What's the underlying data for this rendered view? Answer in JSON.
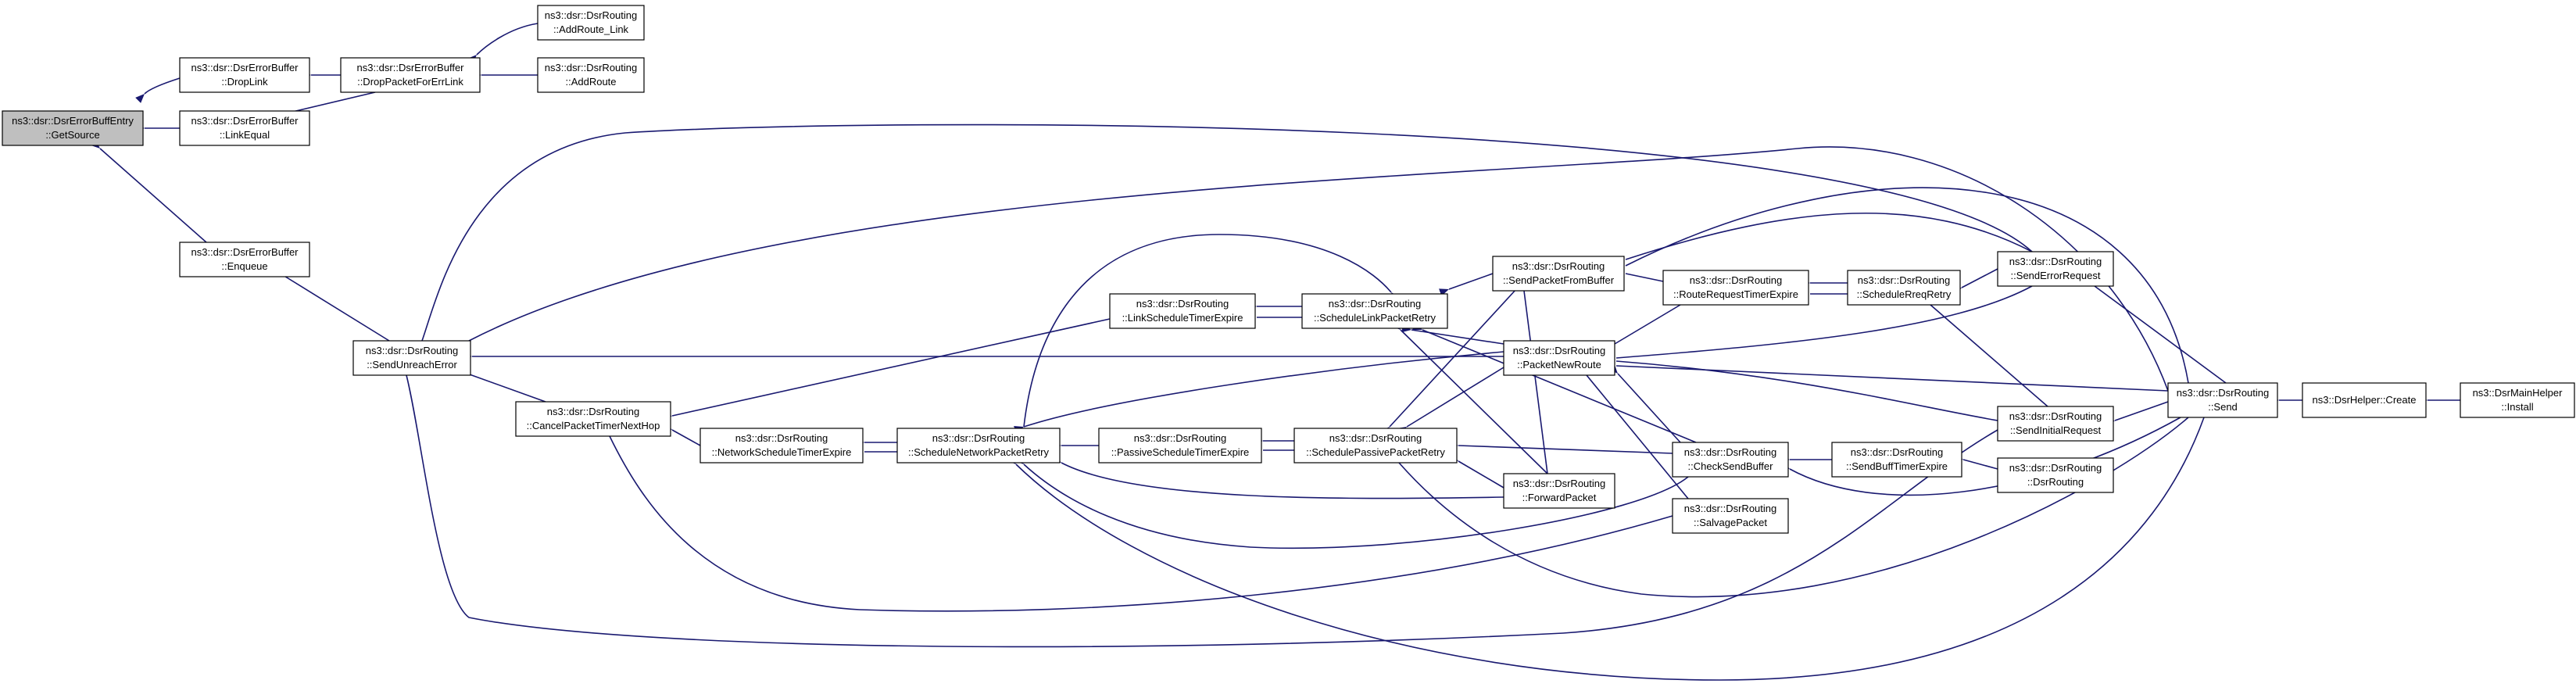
{
  "colors": {
    "edge": "#191970",
    "node_border": "#000000",
    "node_fill": "#ffffff",
    "highlight_fill": "#bfbfbf"
  },
  "nodes": [
    {
      "id": "getsource",
      "line1": "ns3::dsr::DsrErrorBuffEntry",
      "line2": "::GetSource",
      "highlight": true
    },
    {
      "id": "droplink",
      "line1": "ns3::dsr::DsrErrorBuffer",
      "line2": "::DropLink"
    },
    {
      "id": "linkequal",
      "line1": "ns3::dsr::DsrErrorBuffer",
      "line2": "::LinkEqual"
    },
    {
      "id": "enqueue",
      "line1": "ns3::dsr::DsrErrorBuffer",
      "line2": "::Enqueue"
    },
    {
      "id": "droppacketforerrlink",
      "line1": "ns3::dsr::DsrErrorBuffer",
      "line2": "::DropPacketForErrLink"
    },
    {
      "id": "addroutelink",
      "line1": "ns3::dsr::DsrRouting",
      "line2": "::AddRoute_Link"
    },
    {
      "id": "addroute",
      "line1": "ns3::dsr::DsrRouting",
      "line2": "::AddRoute"
    },
    {
      "id": "sendunreacherror",
      "line1": "ns3::dsr::DsrRouting",
      "line2": "::SendUnreachError"
    },
    {
      "id": "cancelpackettimernexthop",
      "line1": "ns3::dsr::DsrRouting",
      "line2": "::CancelPacketTimerNextHop"
    },
    {
      "id": "networkscheduletimerexpire",
      "line1": "ns3::dsr::DsrRouting",
      "line2": "::NetworkScheduleTimerExpire"
    },
    {
      "id": "schedulenetworkpacketretry",
      "line1": "ns3::dsr::DsrRouting",
      "line2": "::ScheduleNetworkPacketRetry"
    },
    {
      "id": "linkscheduletimerexpire",
      "line1": "ns3::dsr::DsrRouting",
      "line2": "::LinkScheduleTimerExpire"
    },
    {
      "id": "passivescheduletimerexpire",
      "line1": "ns3::dsr::DsrRouting",
      "line2": "::PassiveScheduleTimerExpire"
    },
    {
      "id": "schedulelinkpacketretry",
      "line1": "ns3::dsr::DsrRouting",
      "line2": "::ScheduleLinkPacketRetry"
    },
    {
      "id": "schedulepassivepacketretry",
      "line1": "ns3::dsr::DsrRouting",
      "line2": "::SchedulePassivePacketRetry"
    },
    {
      "id": "sendpacketfrombuffer",
      "line1": "ns3::dsr::DsrRouting",
      "line2": "::SendPacketFromBuffer"
    },
    {
      "id": "packetnewroute",
      "line1": "ns3::dsr::DsrRouting",
      "line2": "::PacketNewRoute"
    },
    {
      "id": "forwardpacket",
      "line1": "ns3::dsr::DsrRouting",
      "line2": "::ForwardPacket"
    },
    {
      "id": "routerequesttimerexpire",
      "line1": "ns3::dsr::DsrRouting",
      "line2": "::RouteRequestTimerExpire"
    },
    {
      "id": "checksendbuffer",
      "line1": "ns3::dsr::DsrRouting",
      "line2": "::CheckSendBuffer"
    },
    {
      "id": "salvagepacket",
      "line1": "ns3::dsr::DsrRouting",
      "line2": "::SalvagePacket"
    },
    {
      "id": "schedulereqretry",
      "line1": "ns3::dsr::DsrRouting",
      "line2": "::ScheduleRreqRetry"
    },
    {
      "id": "sendbufftimerexpire",
      "line1": "ns3::dsr::DsrRouting",
      "line2": "::SendBuffTimerExpire"
    },
    {
      "id": "senderrorrequest",
      "line1": "ns3::dsr::DsrRouting",
      "line2": "::SendErrorRequest"
    },
    {
      "id": "sendinitialrequest",
      "line1": "ns3::dsr::DsrRouting",
      "line2": "::SendInitialRequest"
    },
    {
      "id": "dsrrouting",
      "line1": "ns3::dsr::DsrRouting",
      "line2": "::DsrRouting"
    },
    {
      "id": "send",
      "line1": "ns3::dsr::DsrRouting",
      "line2": "::Send"
    },
    {
      "id": "create",
      "line1": "ns3::DsrHelper::Create",
      "line2": ""
    },
    {
      "id": "install",
      "line1": "ns3::DsrMainHelper",
      "line2": "::Install"
    }
  ]
}
